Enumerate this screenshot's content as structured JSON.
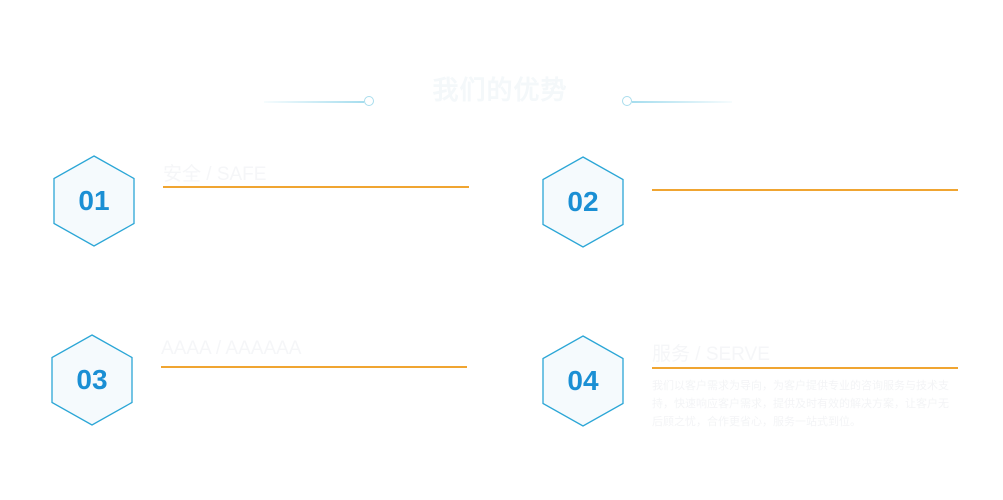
{
  "page": {
    "title": "我们的优势"
  },
  "items": [
    {
      "number": "01",
      "heading": "安全 / SAFE",
      "description": ""
    },
    {
      "number": "02",
      "heading": "",
      "description": ""
    },
    {
      "number": "03",
      "heading": "AAAA / AAAAAA",
      "description": ""
    },
    {
      "number": "04",
      "heading": "服务 / SERVE",
      "description": "我们以客户需求为导向，为客户提供专业的咨询服务与技术支持，快速响应客户需求，提供及时有效的解决方案，让客户无后顾之忧，合作更省心，服务一站式到位。"
    }
  ],
  "colors": {
    "accent_orange": "#f0a531",
    "number_blue": "#1a8fd4",
    "hex_stroke": "#2ba6d6",
    "hex_fill": "#f5fafd",
    "title_line": "#a9dded"
  },
  "icons": {
    "hexagon_badge": "hexagon-badge-icon"
  }
}
